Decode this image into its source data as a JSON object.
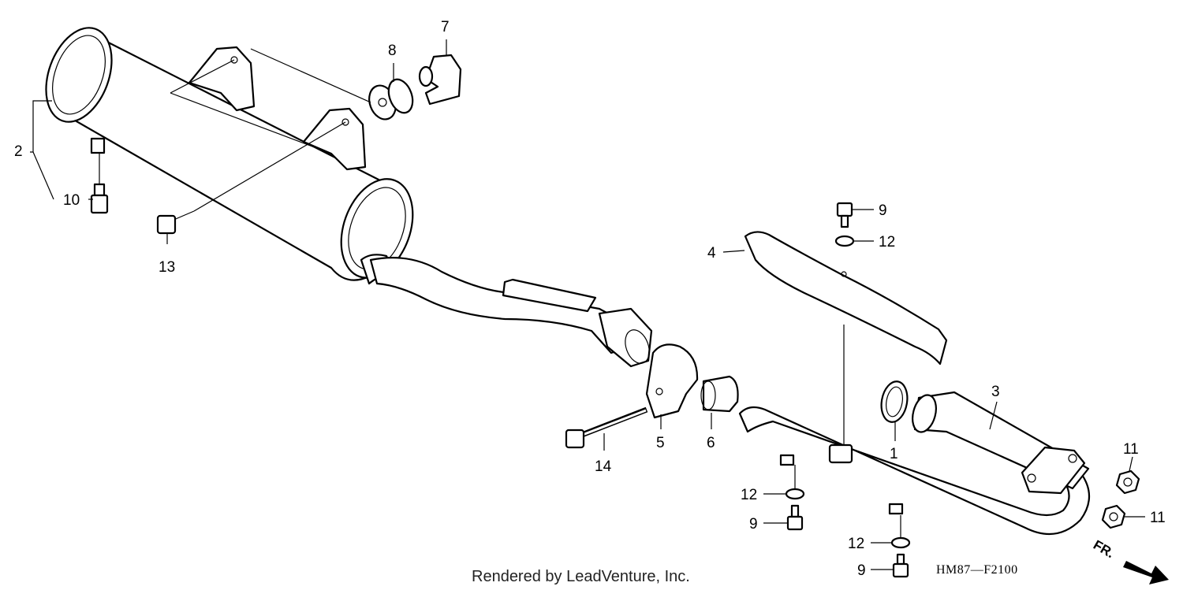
{
  "diagram": {
    "callouts": {
      "p1": "1",
      "p2": "2",
      "p3": "3",
      "p4": "4",
      "p5": "5",
      "p6": "6",
      "p7": "7",
      "p8": "8",
      "p9a": "9",
      "p9b": "9",
      "p9c": "9",
      "p10": "10",
      "p11a": "11",
      "p11b": "11",
      "p12a": "12",
      "p12b": "12",
      "p12c": "12",
      "p13": "13",
      "p14": "14"
    },
    "front_indicator": "FR.",
    "diagram_code": "HM87—F2100",
    "credit": "Rendered by LeadVenture, Inc."
  }
}
